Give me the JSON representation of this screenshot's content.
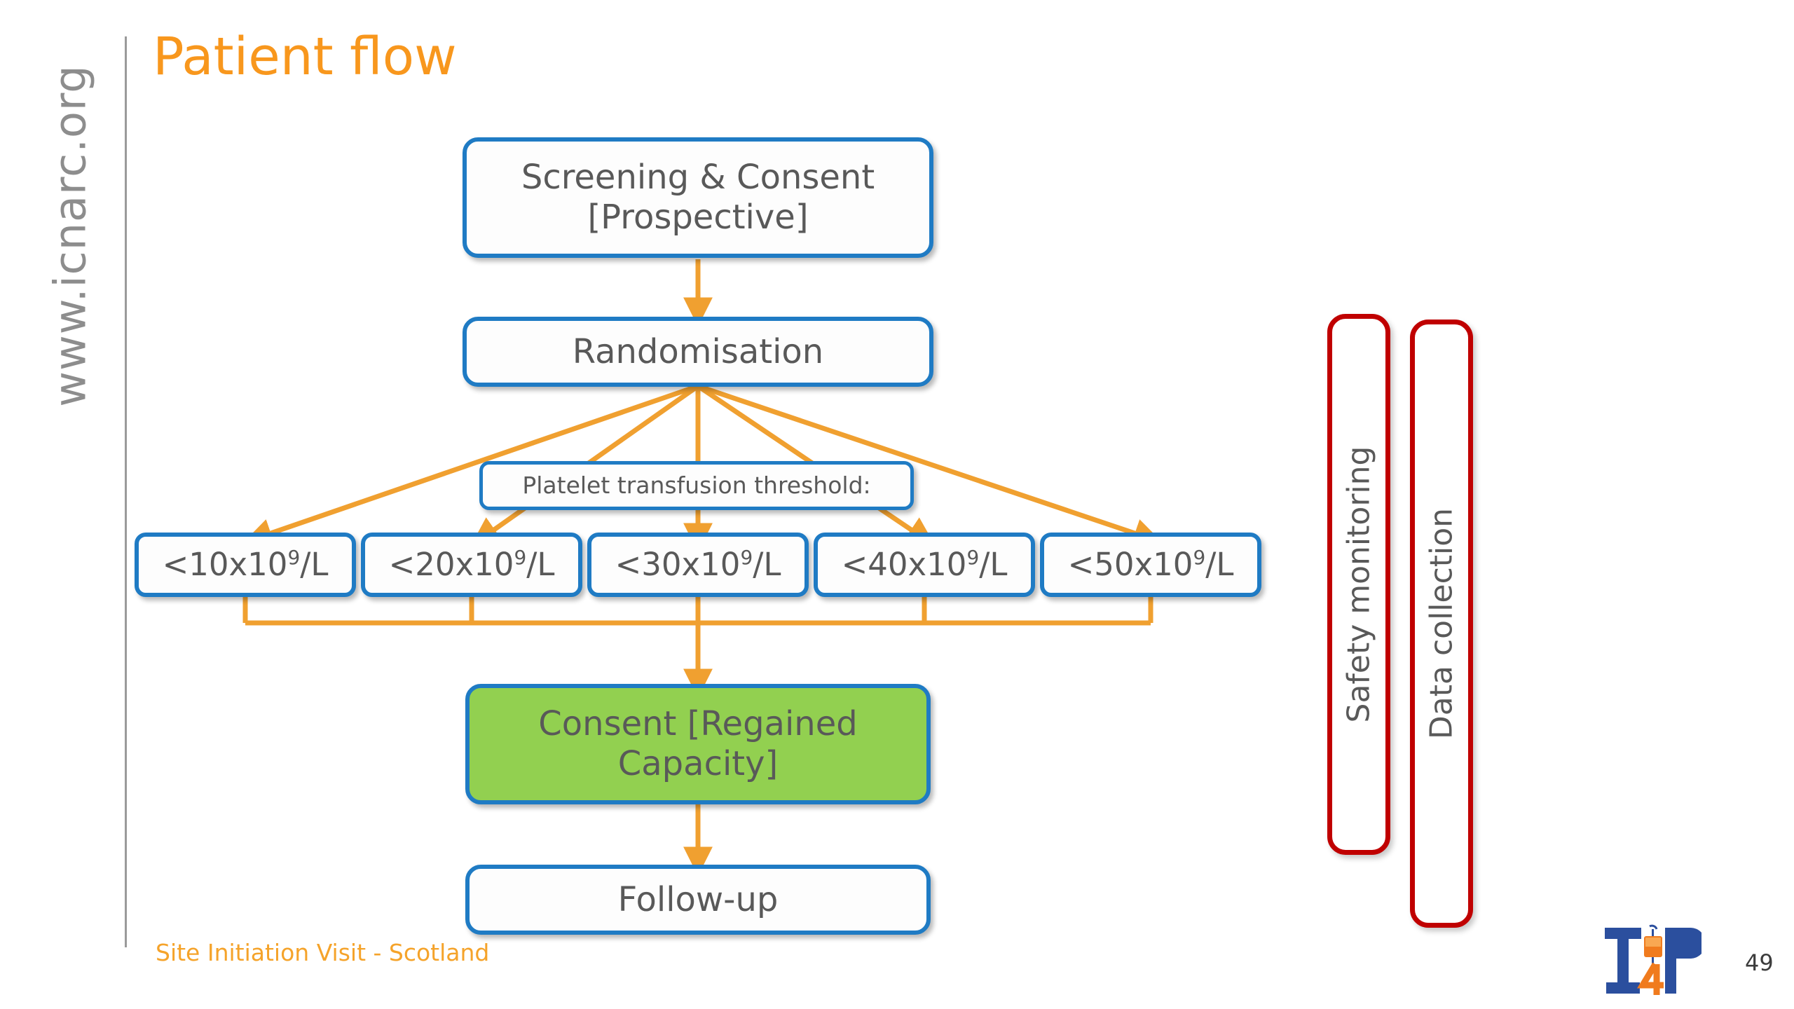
{
  "slide": {
    "title": "Patient flow",
    "footer": "Site Initiation Visit - Scotland",
    "page_number": "49",
    "side_url": "www.icnarc.org",
    "logo_alt": "T4P trial logo"
  },
  "colors": {
    "title_orange": "#F8971D",
    "footer_orange": "#F5A32A",
    "box_border_blue": "#1F7BC4",
    "box_fill_white": "#FDFDFD",
    "consent_green": "#92D050",
    "arrow_orange": "#F0A030",
    "side_box_red": "#C00000",
    "text_gray": "#595959",
    "rule_gray": "#9A9A9A"
  },
  "chart_data": {
    "type": "flowchart",
    "title": "Patient flow",
    "nodes": [
      {
        "id": "screening",
        "label": "Screening & Consent\n[Prospective]",
        "line1": "Screening & Consent",
        "line2": "[Prospective]",
        "fill": "white",
        "border": "blue"
      },
      {
        "id": "randomisation",
        "label": "Randomisation",
        "fill": "white",
        "border": "blue"
      },
      {
        "id": "threshold_label",
        "label": "Platelet transfusion threshold:",
        "fill": "white",
        "border": "blue"
      },
      {
        "id": "t10",
        "label": "<10x10^9/L",
        "value": 10,
        "fill": "white",
        "border": "blue"
      },
      {
        "id": "t20",
        "label": "<20x10^9/L",
        "value": 20,
        "fill": "white",
        "border": "blue"
      },
      {
        "id": "t30",
        "label": "<30x10^9/L",
        "value": 30,
        "fill": "white",
        "border": "blue"
      },
      {
        "id": "t40",
        "label": "<40x10^9/L",
        "value": 40,
        "fill": "white",
        "border": "blue"
      },
      {
        "id": "t50",
        "label": "<50x10^9/L",
        "value": 50,
        "fill": "white",
        "border": "blue"
      },
      {
        "id": "consent",
        "label": "Consent [Regained Capacity]",
        "line1": "Consent [Regained",
        "line2": "Capacity]",
        "fill": "green",
        "border": "blue"
      },
      {
        "id": "followup",
        "label": "Follow-up",
        "fill": "white",
        "border": "blue"
      },
      {
        "id": "safety",
        "label": "Safety monitoring",
        "fill": "white",
        "border": "red",
        "orientation": "vertical"
      },
      {
        "id": "data",
        "label": "Data collection",
        "fill": "white",
        "border": "red",
        "orientation": "vertical"
      }
    ],
    "edges": [
      {
        "from": "screening",
        "to": "randomisation"
      },
      {
        "from": "randomisation",
        "to": "t10"
      },
      {
        "from": "randomisation",
        "to": "t20"
      },
      {
        "from": "randomisation",
        "to": "t30"
      },
      {
        "from": "randomisation",
        "to": "t40"
      },
      {
        "from": "randomisation",
        "to": "t50"
      },
      {
        "from": "t10",
        "to": "consent"
      },
      {
        "from": "t20",
        "to": "consent"
      },
      {
        "from": "t30",
        "to": "consent"
      },
      {
        "from": "t40",
        "to": "consent"
      },
      {
        "from": "t50",
        "to": "consent"
      },
      {
        "from": "consent",
        "to": "followup"
      }
    ]
  },
  "boxes": {
    "screening": {
      "line1": "Screening & Consent",
      "line2": "[Prospective]"
    },
    "randomisation": {
      "label": "Randomisation"
    },
    "threshold_label": {
      "label": "Platelet transfusion threshold:"
    },
    "thresholds": [
      {
        "prefix": "<10x10",
        "exp": "9",
        "suffix": "/L"
      },
      {
        "prefix": "<20x10",
        "exp": "9",
        "suffix": "/L"
      },
      {
        "prefix": "<30x10",
        "exp": "9",
        "suffix": "/L"
      },
      {
        "prefix": "<40x10",
        "exp": "9",
        "suffix": "/L"
      },
      {
        "prefix": "<50x10",
        "exp": "9",
        "suffix": "/L"
      }
    ],
    "consent": {
      "line1": "Consent [Regained",
      "line2": "Capacity]"
    },
    "followup": {
      "label": "Follow-up"
    },
    "safety": {
      "label": "Safety monitoring"
    },
    "data_collection": {
      "label": "Data collection"
    }
  }
}
